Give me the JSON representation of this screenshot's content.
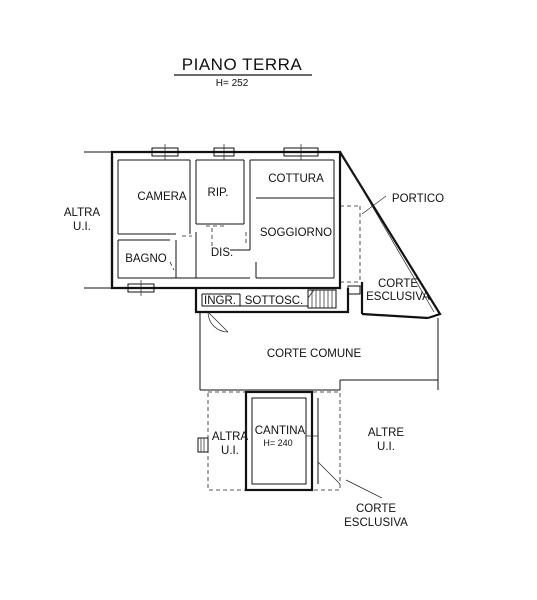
{
  "header": {
    "title": "PIANO TERRA",
    "height_note": "H= 252"
  },
  "rooms": {
    "camera": "CAMERA",
    "rip": "RIP.",
    "cottura": "COTTURA",
    "soggiorno": "SOGGIORNO",
    "bagno": "BAGNO",
    "dis": "DIS.",
    "ingr": "INGR.",
    "sottosc": "SOTTOSC.",
    "portico": "PORTICO",
    "corte_esclusiva_top_1": "CORTE",
    "corte_esclusiva_top_2": "ESCLUSIVA",
    "corte_comune": "CORTE COMUNE",
    "cantina": "CANTINA",
    "cantina_height": "H= 240",
    "corte_esclusiva_bottom_1": "CORTE",
    "corte_esclusiva_bottom_2": "ESCLUSIVA"
  },
  "neighbors": {
    "left_1": "ALTRA",
    "left_2": "U.I.",
    "cellar_left_1": "ALTRA",
    "cellar_left_2": "U.I.",
    "right_1": "ALTRE",
    "right_2": "U.I."
  }
}
